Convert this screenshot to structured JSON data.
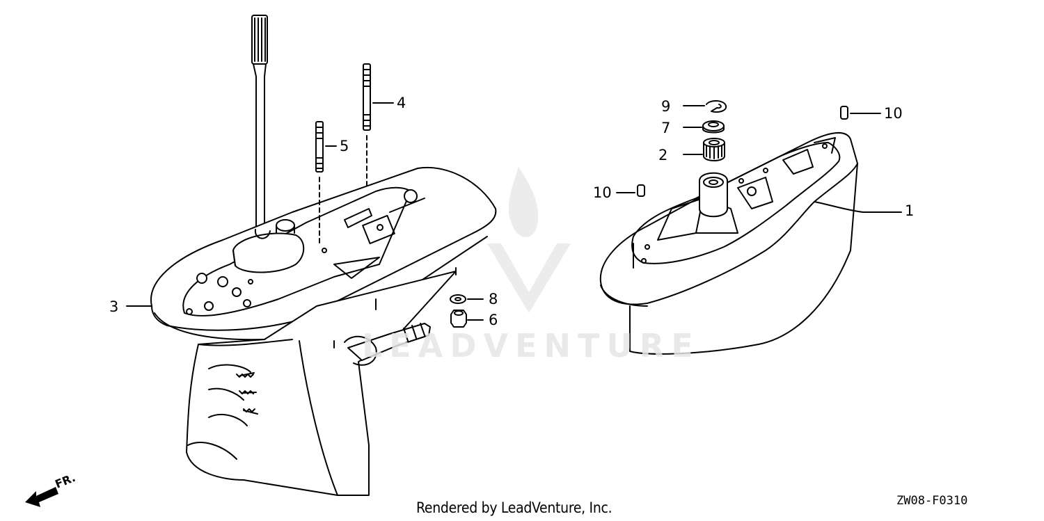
{
  "callouts": {
    "c1": "1",
    "c2": "2",
    "c3": "3",
    "c4": "4",
    "c5": "5",
    "c6": "6",
    "c7": "7",
    "c8": "8",
    "c9": "9",
    "c10a": "10",
    "c10b": "10"
  },
  "front_marker": "FR.",
  "footer": {
    "credit": "Rendered by LeadVenture, Inc.",
    "diagram_code": "ZW08-F0310"
  },
  "watermark": "LEADVENTURE",
  "colors": {
    "line": "#000000",
    "watermark": "#e6e6e6"
  }
}
